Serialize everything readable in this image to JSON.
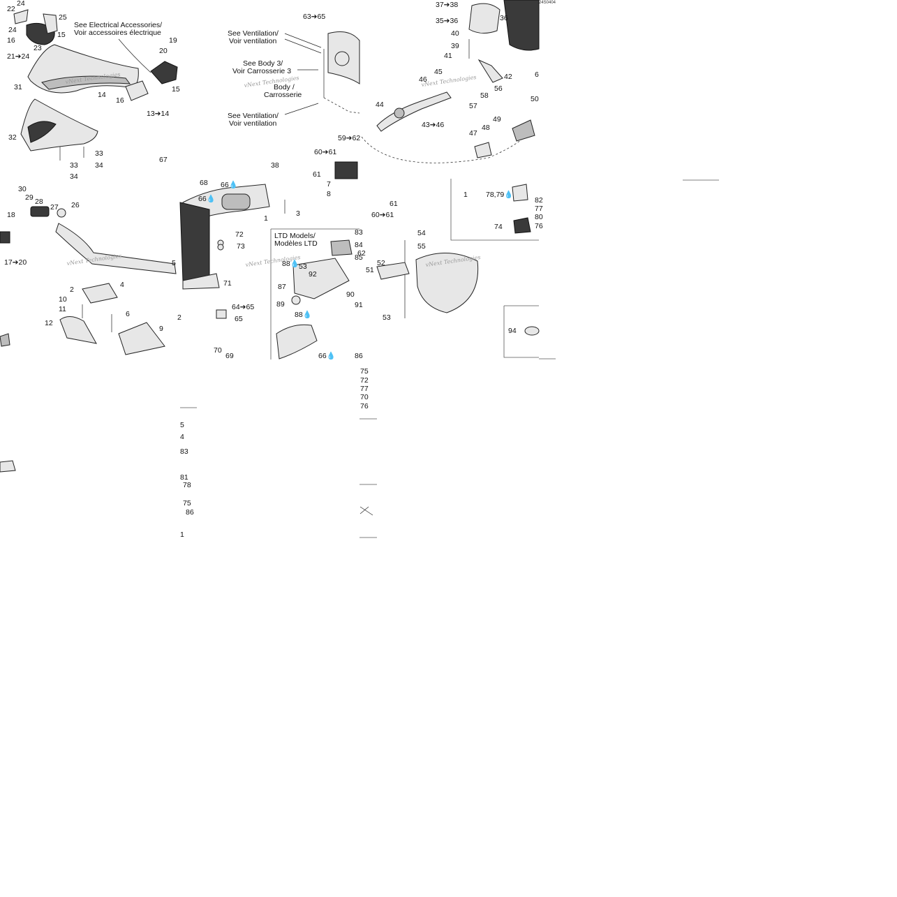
{
  "diagram": {
    "code": "24S0404",
    "watermark": "vNext Technologies",
    "notes": {
      "electrical": [
        "See Electrical Accessories/",
        "Voir accessoires électrique"
      ],
      "ventilation_1": [
        "See Ventilation/",
        "Voir ventilation"
      ],
      "body3": [
        "See Body 3/",
        "Voir Carrosserie 3"
      ],
      "body_overlap": [
        "Body /",
        "Carrosserie"
      ],
      "ventilation_2": [
        "See Ventilation/",
        "Voir ventilation"
      ],
      "ltd": [
        "LTD Models/",
        "Modèles LTD"
      ]
    },
    "callouts": [
      "22",
      "24",
      "25",
      "24",
      "15",
      "16",
      "21➔24",
      "23",
      "See",
      "19",
      "20",
      "15",
      "31",
      "14",
      "16",
      "13➔14",
      "32",
      "33",
      "34",
      "33",
      "34",
      "67",
      "30",
      "29",
      "28",
      "27",
      "26",
      "18",
      "17➔20",
      "5",
      "2",
      "4",
      "10",
      "11",
      "6",
      "12",
      "9",
      "68",
      "66💧",
      "66💧",
      "38",
      "1",
      "3",
      "7",
      "8",
      "61",
      "60➔61",
      "59➔62",
      "63➔65",
      "72",
      "73",
      "71",
      "64➔65",
      "65",
      "70",
      "69",
      "2",
      "37➔38",
      "35➔36",
      "36",
      "40",
      "39",
      "41",
      "42",
      "45",
      "46",
      "56",
      "57",
      "58",
      "44",
      "43➔46",
      "47",
      "48",
      "49",
      "50",
      "6",
      "61",
      "60➔61",
      "1",
      "78,79💧",
      "82",
      "77",
      "80",
      "74",
      "76",
      "54",
      "55",
      "52",
      "51",
      "53",
      "62",
      "83",
      "84",
      "85",
      "88💧",
      "53",
      "92",
      "87",
      "89",
      "90",
      "91",
      "88💧",
      "66💧",
      "86",
      "94",
      "75",
      "72",
      "77",
      "70",
      "76",
      "5",
      "4",
      "83",
      "81",
      "78",
      "75",
      "86",
      "1"
    ]
  }
}
